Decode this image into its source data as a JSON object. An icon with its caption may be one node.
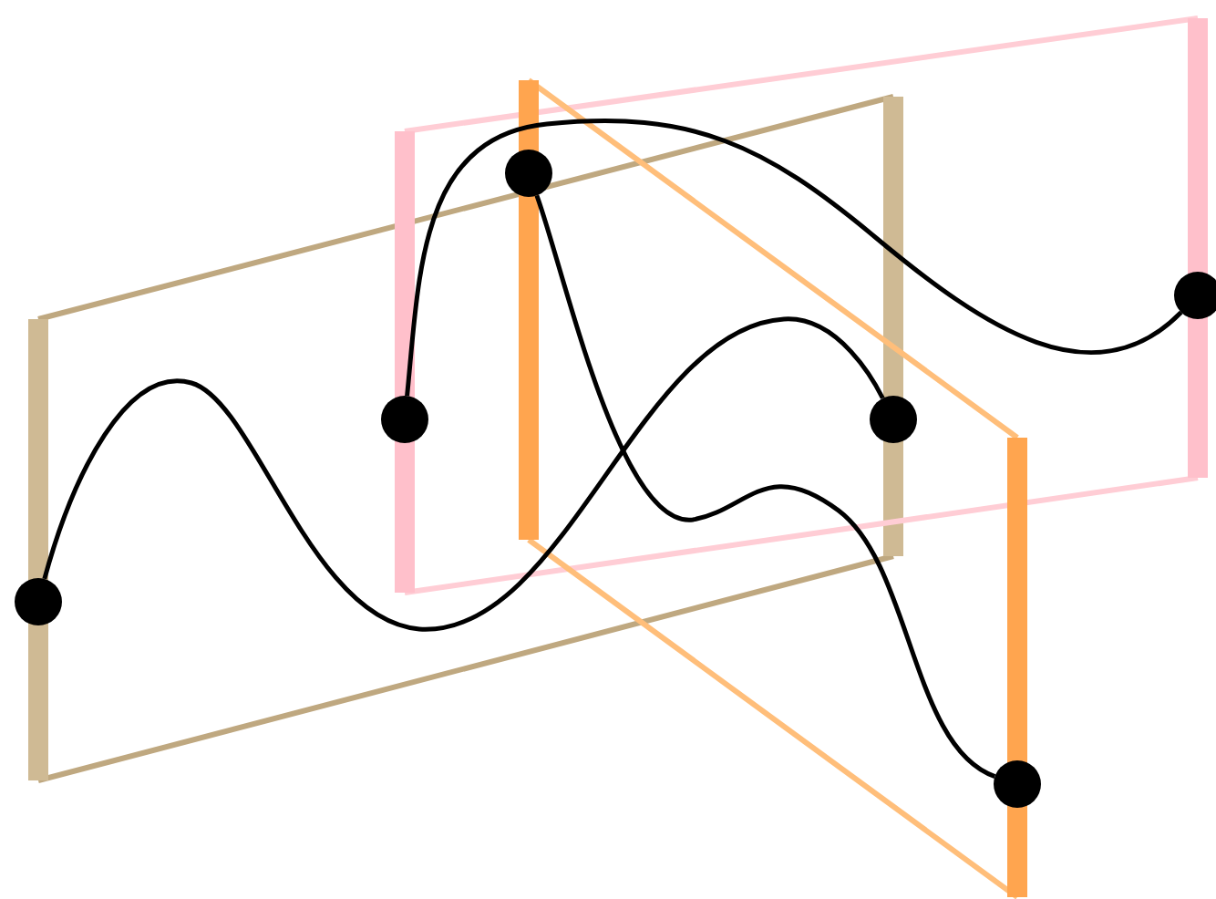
{
  "diagram": {
    "nodes": [
      {
        "text": [],
        "shape": "circle"
      },
      {
        "text": [],
        "shape": "circle"
      },
      {
        "text": [],
        "shape": "circle"
      },
      {
        "text": [],
        "shape": "circle"
      },
      {
        "text": [],
        "shape": "circle"
      },
      {
        "text": [],
        "shape": "circle"
      }
    ],
    "edges": [
      {
        "from": 0,
        "to": 3,
        "arrow": "none"
      },
      {
        "from": 1,
        "to": 5,
        "arrow": "none"
      },
      {
        "from": 2,
        "to": 4,
        "arrow": "none"
      }
    ]
  }
}
